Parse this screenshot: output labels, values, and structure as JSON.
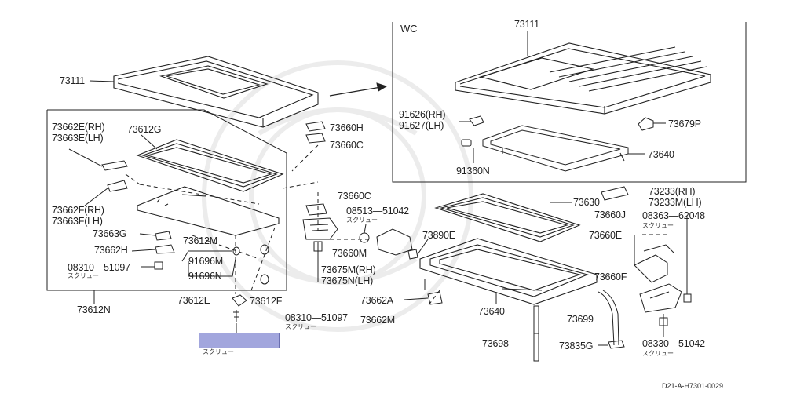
{
  "labels": {
    "p73111_main": "73111",
    "p73111_wc": "73111",
    "wc_title": "WC",
    "p73662e": "73662E(RH)",
    "p73663e": "73663E(LH)",
    "p73612g": "73612G",
    "p73660h": "73660H",
    "p73660c_top": "73660C",
    "p91626": "91626(RH)",
    "p91627": "91627(LH)",
    "p73679p": "73679P",
    "p91360n": "91360N",
    "p73640_wc": "73640",
    "p73662f": "73662F(RH)",
    "p73663f": "73663F(LH)",
    "p73663g": "73663G",
    "p73612m": "73612M",
    "p73662h": "73662H",
    "p91696m": "91696M",
    "p91696n": "91696N",
    "p08310_left": "08310—51097",
    "p73612n": "73612N",
    "p73612e": "73612E",
    "p73612f": "73612F",
    "p73660c_mid": "73660C",
    "p08513": "08513—51042",
    "p73660m": "73660M",
    "p73675m": "73675M(RH)",
    "p73675n": "73675N(LH)",
    "p08310_mid": "08310—51097",
    "p73630": "73630",
    "p73890e": "73890E",
    "p73233": "73233(RH)",
    "p73233m": "73233M(LH)",
    "p73660j": "73660J",
    "p08363": "08363—62048",
    "p73660e": "73660E",
    "p73660f": "73660F",
    "p73662a": "73662A",
    "p73662m": "73662M",
    "p73640": "73640",
    "p73699": "73699",
    "p73698": "73698",
    "p73835g": "73835G",
    "p08330": "08330—51042"
  },
  "subs": {
    "screw_08513": "スクリュー",
    "screw_08310_left": "スクリュー",
    "screw_08310_mid": "スクリュー",
    "screw_08363": "スクリュー",
    "screw_08330": "スクリュー",
    "screw_highlight": "スクリュー"
  },
  "footer": {
    "ref": "D21-A-H7301-0029"
  },
  "colors": {
    "line": "#222222",
    "highlight": "#a2a6dd"
  }
}
